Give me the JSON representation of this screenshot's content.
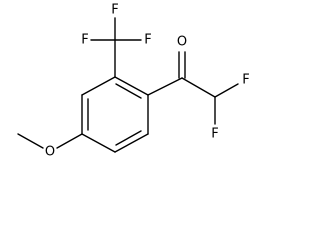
{
  "molecule": {
    "atom_labels": {
      "f_cf3_left": "F",
      "f_cf3_top": "F",
      "f_cf3_right": "F",
      "o_ketone": "O",
      "f_chf2_top": "F",
      "f_chf2_bottom": "F",
      "o_methoxy": "O"
    }
  },
  "colors": {
    "bond": "#000000",
    "label": "#000000",
    "background": "#ffffff"
  }
}
